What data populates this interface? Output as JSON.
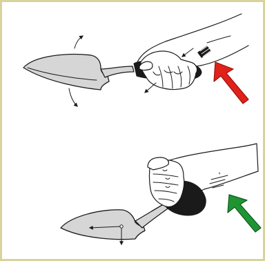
{
  "colors": {
    "border": "#d8d39a",
    "background": "#ffffff",
    "blade": "#d6d6d6",
    "grip": "#1a1a1a",
    "arrow_incorrect": "#e0221a",
    "arrow_correct": "#1f9433"
  },
  "panels": [
    {
      "position": "top",
      "grip_style": "bent wrist, thumb on top",
      "indicator_arrow_color": "red",
      "indicator_icon": "red-diagonal-arrow"
    },
    {
      "position": "bottom",
      "grip_style": "straight wrist, neutral grip",
      "indicator_arrow_color": "green",
      "indicator_icon": "green-diagonal-arrow"
    }
  ]
}
